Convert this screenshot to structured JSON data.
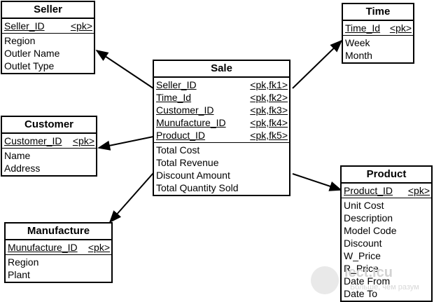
{
  "entities": {
    "seller": {
      "title": "Seller",
      "keys": [
        {
          "name": "Seller_ID",
          "tag": "<pk>"
        }
      ],
      "attrs": [
        "Region",
        "Outler Name",
        "Outlet Type"
      ]
    },
    "time": {
      "title": "Time",
      "keys": [
        {
          "name": "Time_Id",
          "tag": "<pk>"
        }
      ],
      "attrs": [
        "Week",
        "Month"
      ]
    },
    "sale": {
      "title": "Sale",
      "keys": [
        {
          "name": "Seller_ID",
          "tag": "<pk,fk1>"
        },
        {
          "name": "Time_Id",
          "tag": "<pk,fk2>"
        },
        {
          "name": "Customer_ID",
          "tag": "<pk,fk3>"
        },
        {
          "name": "Munufacture_ID",
          "tag": "<pk,fk4>"
        },
        {
          "name": "Product_ID",
          "tag": "<pk,fk5>"
        }
      ],
      "attrs": [
        "Total Cost",
        "Total Revenue",
        "Discount Amount",
        "Total Quantity Sold"
      ]
    },
    "customer": {
      "title": "Customer",
      "keys": [
        {
          "name": "Customer_ID",
          "tag": "<pk>"
        }
      ],
      "attrs": [
        "Name",
        "Address"
      ]
    },
    "manufacture": {
      "title": "Manufacture",
      "keys": [
        {
          "name": "Munufacture_ID",
          "tag": "<pk>"
        }
      ],
      "attrs": [
        "Region",
        "Plant"
      ]
    },
    "product": {
      "title": "Product",
      "keys": [
        {
          "name": "Product_ID",
          "tag": "<pk>"
        }
      ],
      "attrs": [
        "Unit Cost",
        "Description",
        "Model Code",
        "Discount",
        "W_Price",
        "R_Price",
        "Date From",
        "Date To"
      ]
    }
  },
  "watermark": {
    "text": "lect.icu",
    "subtext": "Больше, чем разум"
  }
}
